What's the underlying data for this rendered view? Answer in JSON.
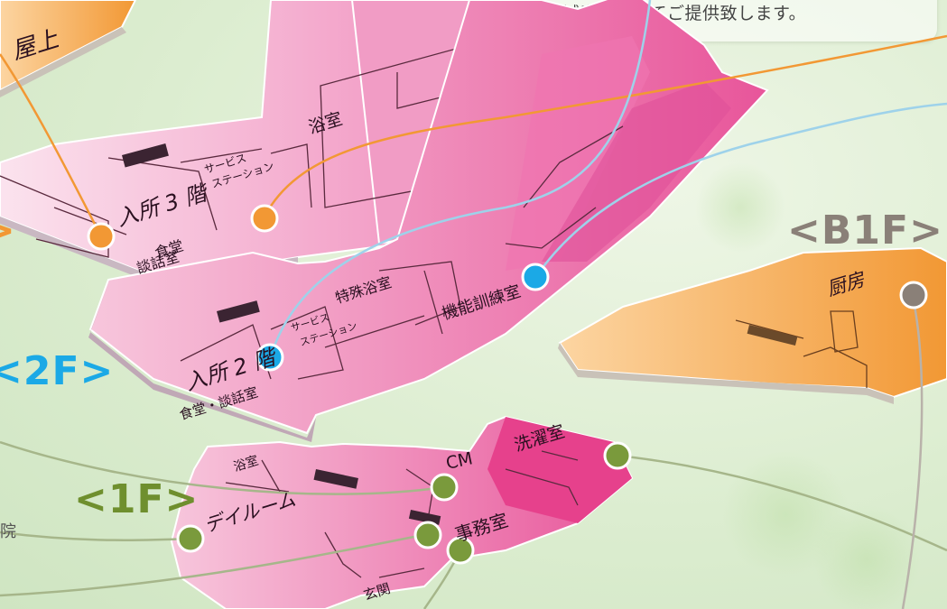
{
  "intro": {
    "text": "そして誠意をもってご提供致します。"
  },
  "floors": {
    "roof": {
      "label": "屋上"
    },
    "f3": {
      "bath": "浴室",
      "station_line1": "サービス",
      "station_line2": "ステーション",
      "room": "入所 3 階",
      "dining_line1": "食堂",
      "dining_line2": "談話室"
    },
    "f2": {
      "tag": "<2F>",
      "special_bath": "特殊浴室",
      "rehab": "機能訓練室",
      "station_line1": "サービス",
      "station_line2": "ステーション",
      "room": "入所 2 階",
      "dining": "食堂・談話室"
    },
    "f1": {
      "tag": "<1F>",
      "bath": "浴室",
      "cm": "CM",
      "laundry": "洗濯室",
      "day_room": "デイルーム",
      "office": "事務室",
      "entrance": "玄関"
    },
    "b1": {
      "tag": "<B1F>",
      "kitchen": "厨房"
    }
  },
  "left_edge": {
    "partial_text": "院"
  },
  "colors": {
    "pink": "#e8559a",
    "pink_light": "#f5b2d2",
    "orange": "#f5a043",
    "orange_light": "#fbd7a6",
    "blue": "#1ba9e6",
    "green": "#7a9a3c",
    "gray": "#8a8078"
  }
}
